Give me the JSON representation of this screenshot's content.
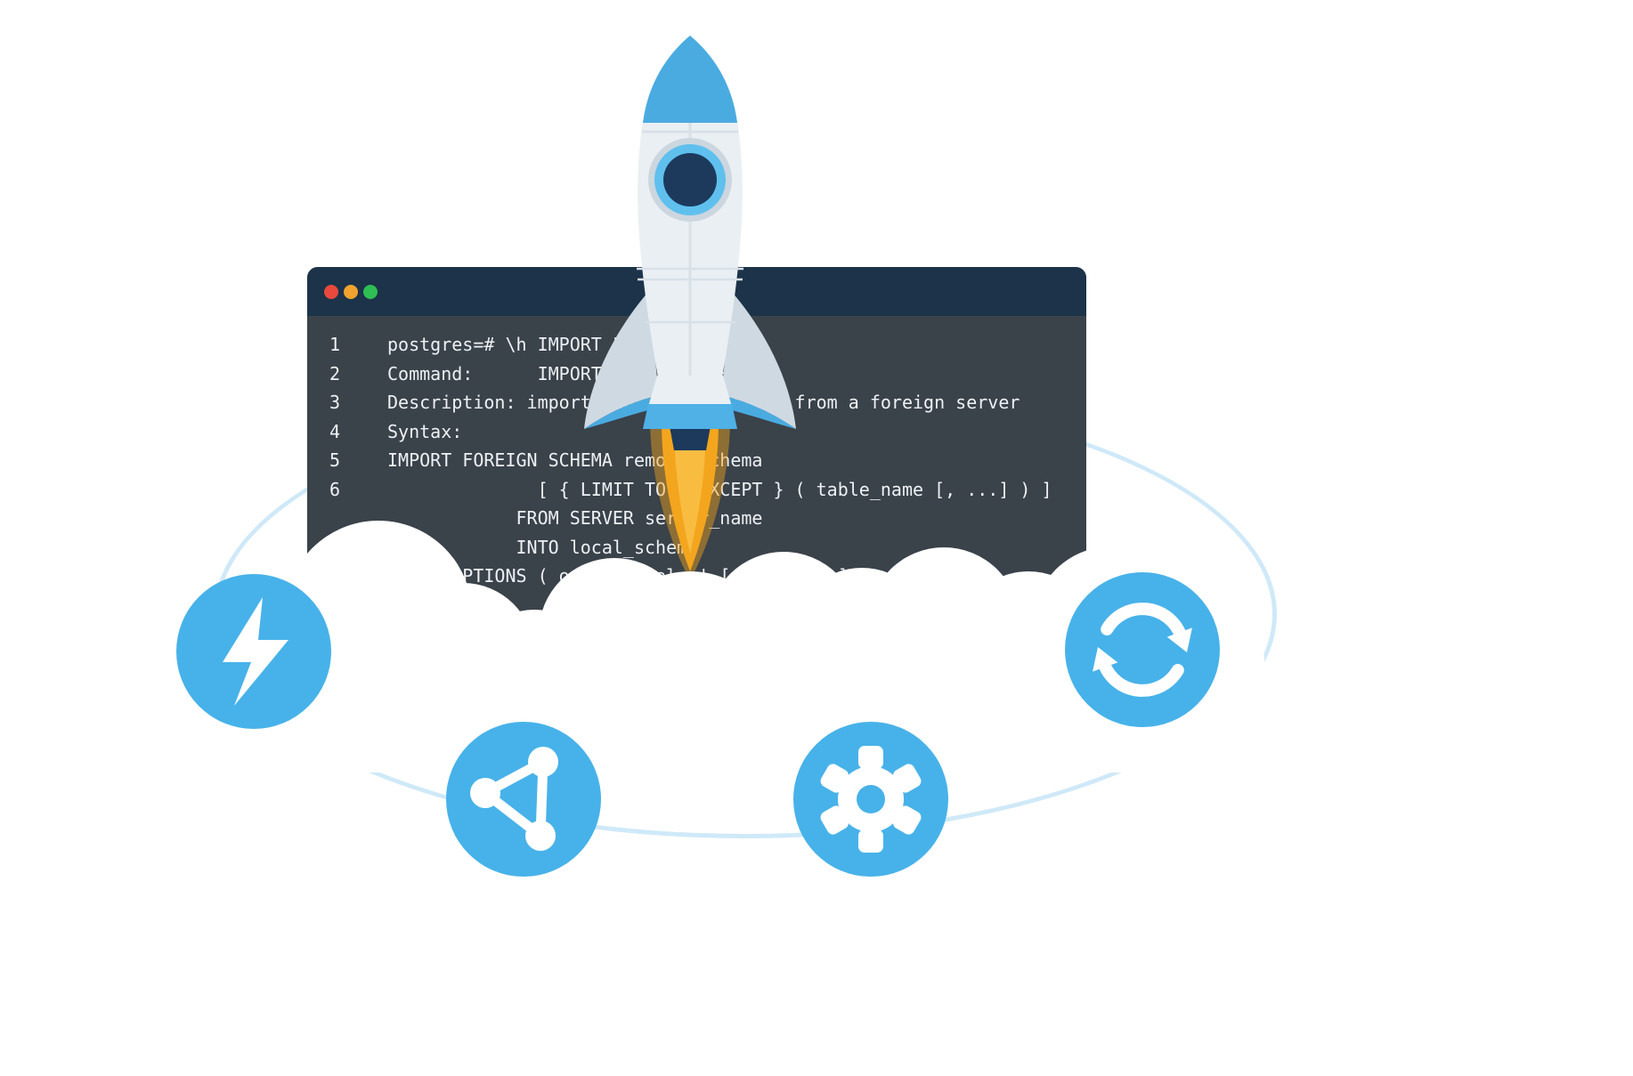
{
  "scene": {
    "description": "Rocket launching out of a terminal window above clouds, with feature icon bubbles",
    "background_color": "#ffffff",
    "orbit_ring_color": "#cfe9f8",
    "cloud_color": "#ffffff"
  },
  "terminal": {
    "titlebar_color": "#1c3349",
    "body_color": "#3a424a",
    "text_color": "#eef1f4",
    "window_controls": [
      {
        "name": "close",
        "color": "#e8493c"
      },
      {
        "name": "minimize",
        "color": "#f0a32f"
      },
      {
        "name": "zoom",
        "color": "#2fbe53"
      }
    ],
    "lines": [
      {
        "number": "1",
        "text": "postgres=# \\h IMPORT FOREIGN SCHEMA"
      },
      {
        "number": "2",
        "text": "Command:      IMPORT FOREIGN SCHEMA"
      },
      {
        "number": "3",
        "text": "Description: import table definitions from a foreign server"
      },
      {
        "number": "4",
        "text": "Syntax:"
      },
      {
        "number": "5",
        "text": "IMPORT FOREIGN SCHEMA remote_schema"
      },
      {
        "number": "6",
        "text": "              [ { LIMIT TO | EXCEPT } ( table_name [, ...] ) ]"
      },
      {
        "number": "",
        "text": "            FROM SERVER server_name"
      },
      {
        "number": "",
        "text": "            INTO local_schema"
      },
      {
        "number": "",
        "text": "    [ OPTIONS ( option 'value' [, ... ] ) ]"
      }
    ]
  },
  "rocket": {
    "nose_color": "#4aabe1",
    "body_color": "#eaeff4",
    "window_color": "#1d3a5c",
    "window_ring_color": "#5fc0ee",
    "fin_color": "#cfd9e2",
    "skirt_band_color": "#4fb1e6",
    "flame_outer_color": "#f3a51d",
    "flame_inner_color": "#f8bc41"
  },
  "feature_icons": {
    "circle_color": "#47b2e9",
    "glyph_color": "#ffffff",
    "items": [
      {
        "name": "lightning-bolt-icon"
      },
      {
        "name": "share-network-icon"
      },
      {
        "name": "gear-icon"
      },
      {
        "name": "sync-arrows-icon"
      }
    ]
  }
}
